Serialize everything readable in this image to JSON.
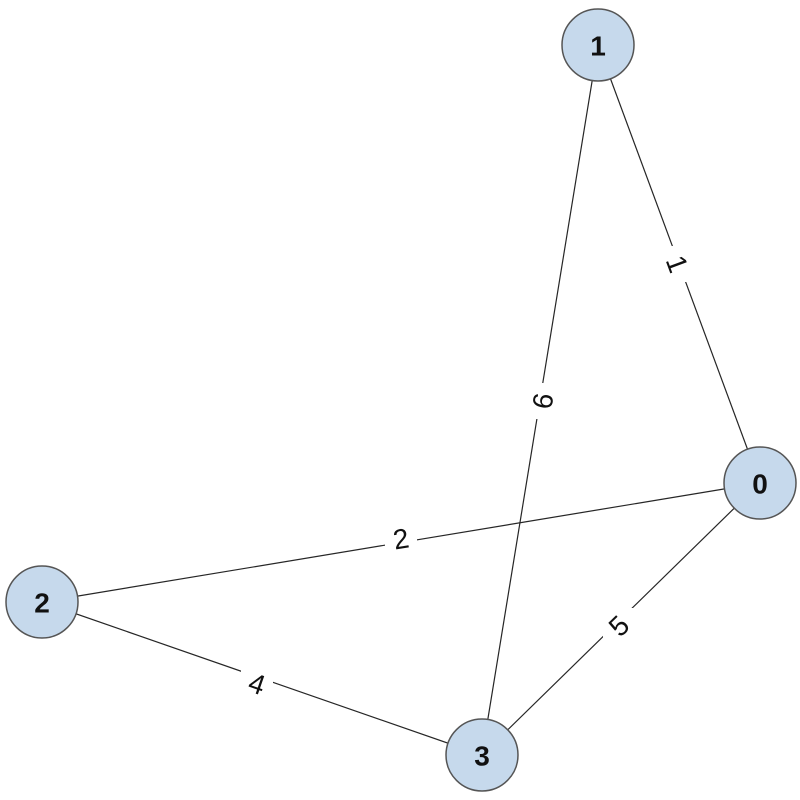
{
  "graph": {
    "node_fill": "#c6d9ec",
    "nodes": [
      {
        "id": "0",
        "label": "0"
      },
      {
        "id": "1",
        "label": "1"
      },
      {
        "id": "2",
        "label": "2"
      },
      {
        "id": "3",
        "label": "3"
      }
    ],
    "edges": [
      {
        "source": "1",
        "target": "0",
        "weight": "1"
      },
      {
        "source": "1",
        "target": "3",
        "weight": "6"
      },
      {
        "source": "2",
        "target": "0",
        "weight": "2"
      },
      {
        "source": "0",
        "target": "3",
        "weight": "5"
      },
      {
        "source": "2",
        "target": "3",
        "weight": "4"
      }
    ]
  }
}
